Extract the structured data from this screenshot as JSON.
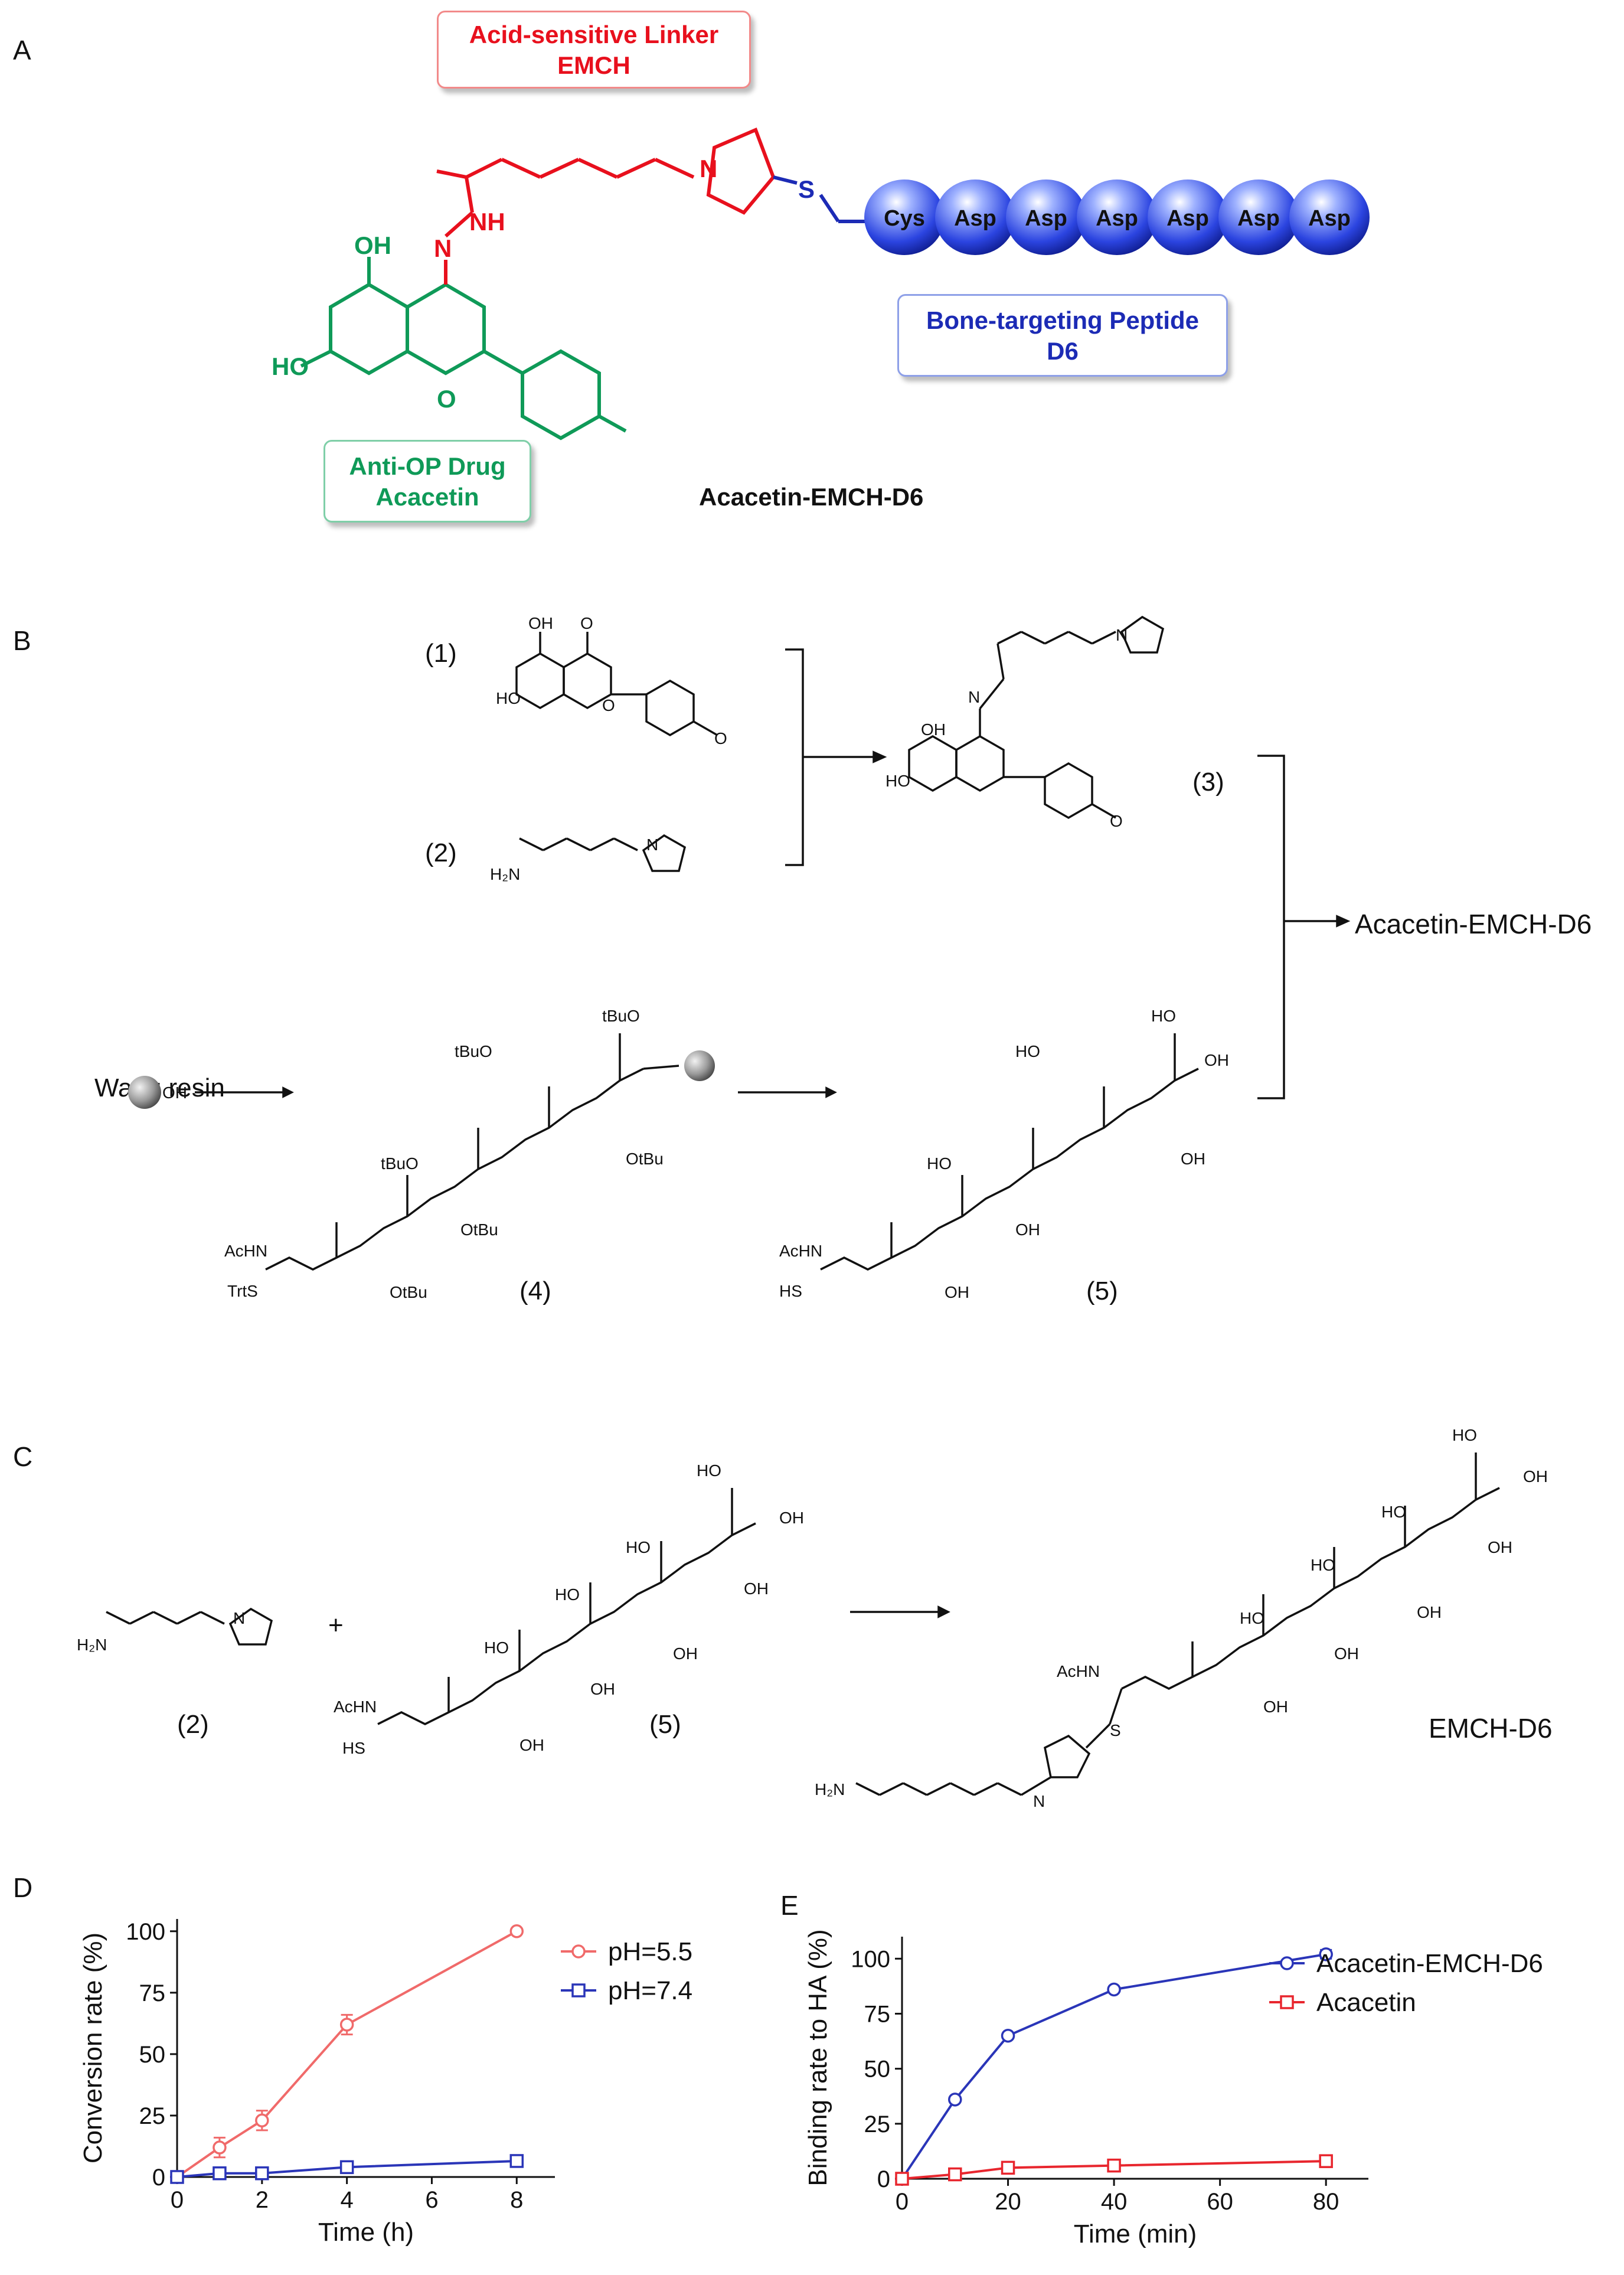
{
  "panels": {
    "a": "A",
    "b": "B",
    "c": "C",
    "d": "D",
    "e": "E"
  },
  "panel_a": {
    "linker_title": "Acid-sensitive Linker",
    "linker_name": "EMCH",
    "peptide_title": "Bone-targeting Peptide",
    "peptide_name": "D6",
    "drug_title": "Anti-OP Drug",
    "drug_name": "Acacetin",
    "conjugate_name": "Acacetin-EMCH-D6",
    "residues": [
      "Cys",
      "Asp",
      "Asp",
      "Asp",
      "Asp",
      "Asp",
      "Asp"
    ],
    "colors": {
      "linker": "#e8101d",
      "peptide": "#1c2bb5",
      "drug": "#0f9a58"
    }
  },
  "panel_b": {
    "cmpd1": "(1)",
    "cmpd2": "(2)",
    "cmpd3": "(3)",
    "cmpd4": "(4)",
    "cmpd5": "(5)",
    "product": "Acacetin-EMCH-D6",
    "resin_label": "Wang resin"
  },
  "panel_c": {
    "cmpd2": "(2)",
    "cmpd5": "(5)",
    "plus": "+",
    "product": "EMCH-D6"
  },
  "chart_data": [
    {
      "type": "line",
      "panel": "D",
      "xlabel": "Time (h)",
      "ylabel": "Conversion rate (%)",
      "xlim": [
        0,
        8.9
      ],
      "ylim": [
        0,
        105
      ],
      "xticks": [
        0,
        2,
        4,
        6,
        8
      ],
      "yticks": [
        0,
        25,
        50,
        75,
        100
      ],
      "grid": false,
      "legend": "top-right",
      "series": [
        {
          "name": "pH=5.5",
          "color": "#f06a6a",
          "marker": "circle",
          "x": [
            0,
            1,
            2,
            4,
            8
          ],
          "y": [
            0,
            12,
            23,
            62,
            100
          ],
          "err": [
            0,
            4,
            4,
            4,
            0
          ]
        },
        {
          "name": "pH=7.4",
          "color": "#2a35b8",
          "marker": "square",
          "x": [
            0,
            1,
            2,
            4,
            8
          ],
          "y": [
            0,
            1.5,
            1.5,
            4,
            6.5
          ],
          "err": [
            0,
            0,
            0,
            0,
            0
          ]
        }
      ]
    },
    {
      "type": "line",
      "panel": "E",
      "xlabel": "Time (min)",
      "ylabel": "Binding rate to HA (%)",
      "xlim": [
        0,
        88
      ],
      "ylim": [
        0,
        110
      ],
      "xticks": [
        0,
        20,
        40,
        60,
        80
      ],
      "yticks": [
        0,
        25,
        50,
        75,
        100
      ],
      "grid": false,
      "legend": "top-right",
      "series": [
        {
          "name": "Acacetin-EMCH-D6",
          "color": "#2a35b8",
          "marker": "circle",
          "x": [
            0,
            10,
            20,
            40,
            80
          ],
          "y": [
            0,
            36,
            65,
            86,
            102
          ],
          "err": [
            0,
            0,
            0,
            0,
            2
          ]
        },
        {
          "name": "Acacetin",
          "color": "#e8262e",
          "marker": "square",
          "x": [
            0,
            10,
            20,
            40,
            80
          ],
          "y": [
            0,
            2,
            5,
            6,
            8
          ],
          "err": [
            0,
            0,
            0,
            0,
            0
          ]
        }
      ]
    }
  ]
}
